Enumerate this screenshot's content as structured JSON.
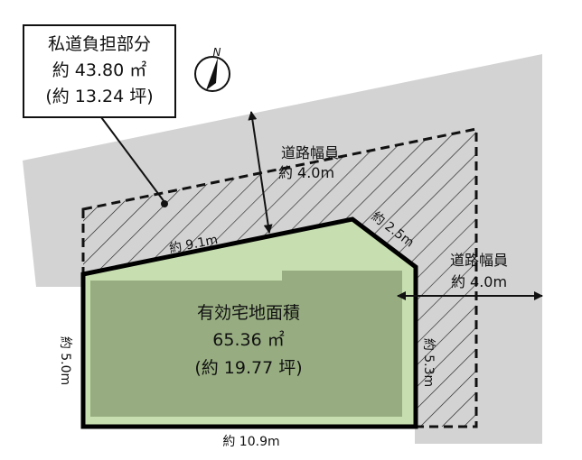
{
  "compass": {
    "north_label": "N"
  },
  "private_road": {
    "title": "私道負担部分",
    "area_sqm": "約 43.80 ㎡",
    "area_tsubo": "(約 13.24 坪)"
  },
  "road_width_top": {
    "label": "道路幅員",
    "value": "約 4.0m"
  },
  "road_width_right": {
    "label": "道路幅員",
    "value": "約 4.0m"
  },
  "lot": {
    "title": "有効宅地面積",
    "area_sqm": "65.36 ㎡",
    "area_tsubo": "(約 19.77 坪)"
  },
  "dimensions": {
    "top_edge": "約 9.1m",
    "diagonal_edge": "約 2.5m",
    "left_edge": "約 5.0m",
    "right_edge": "約 5.3m",
    "bottom_edge": "約 10.9m"
  },
  "colors": {
    "road_gray": "#d3d3d3",
    "lot_fill_light": "#c7dfb0",
    "lot_fill_dark": "#97ad81",
    "outline": "#000000"
  }
}
